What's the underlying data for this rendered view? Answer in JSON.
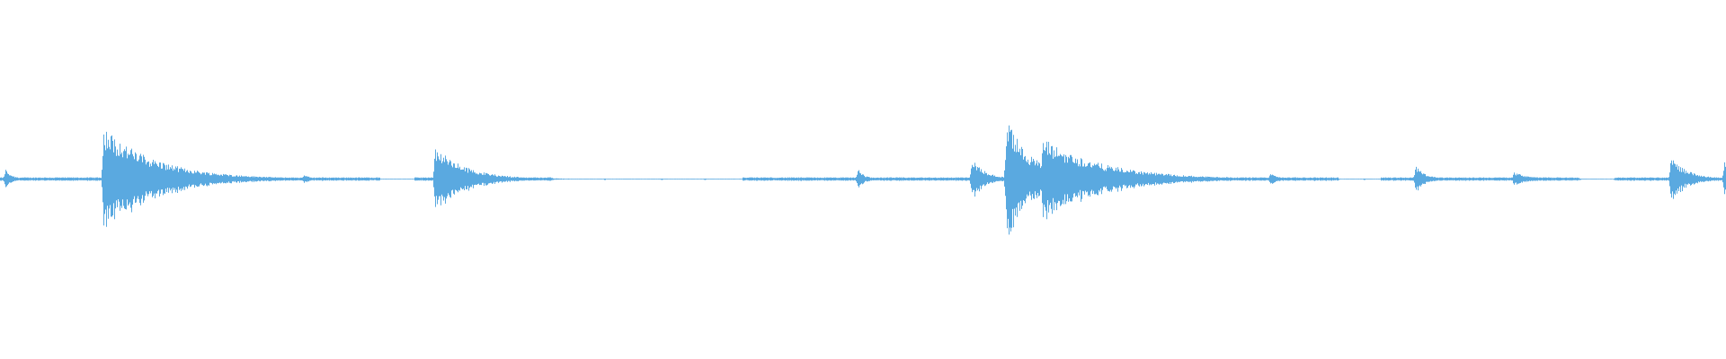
{
  "waveform": {
    "color": "#5aa9e0",
    "background": "#ffffff",
    "baseline_color": "#5aa9e0",
    "duration_fraction_visible": 1.0,
    "transients": [
      {
        "t": 0.003,
        "peak": 0.12,
        "decay": 0.004
      },
      {
        "t": 0.06,
        "peak": 0.62,
        "decay": 0.03
      },
      {
        "t": 0.176,
        "peak": 0.06,
        "decay": 0.004
      },
      {
        "t": 0.252,
        "peak": 0.38,
        "decay": 0.018
      },
      {
        "t": 0.497,
        "peak": 0.12,
        "decay": 0.004
      },
      {
        "t": 0.563,
        "peak": 0.24,
        "decay": 0.008
      },
      {
        "t": 0.583,
        "peak": 0.72,
        "decay": 0.015
      },
      {
        "t": 0.604,
        "peak": 0.48,
        "decay": 0.035
      },
      {
        "t": 0.736,
        "peak": 0.07,
        "decay": 0.006
      },
      {
        "t": 0.82,
        "peak": 0.16,
        "decay": 0.006
      },
      {
        "t": 0.877,
        "peak": 0.08,
        "decay": 0.01
      },
      {
        "t": 0.968,
        "peak": 0.26,
        "decay": 0.01
      },
      {
        "t": 0.999,
        "peak": 0.22,
        "decay": 0.002
      }
    ],
    "noise_segments": [
      [
        0.0,
        0.155
      ],
      [
        0.155,
        0.22
      ],
      [
        0.24,
        0.32
      ],
      [
        0.43,
        0.47
      ],
      [
        0.47,
        0.56
      ],
      [
        0.56,
        0.7
      ],
      [
        0.7,
        0.775
      ],
      [
        0.8,
        0.87
      ],
      [
        0.87,
        0.915
      ],
      [
        0.935,
        1.0
      ]
    ],
    "sparse_dots": [
      0.035,
      0.04,
      0.19,
      0.2,
      0.21,
      0.216,
      0.32,
      0.35,
      0.383,
      0.408,
      0.775,
      0.79,
      0.915,
      0.935,
      0.94,
      0.95,
      0.955
    ]
  }
}
